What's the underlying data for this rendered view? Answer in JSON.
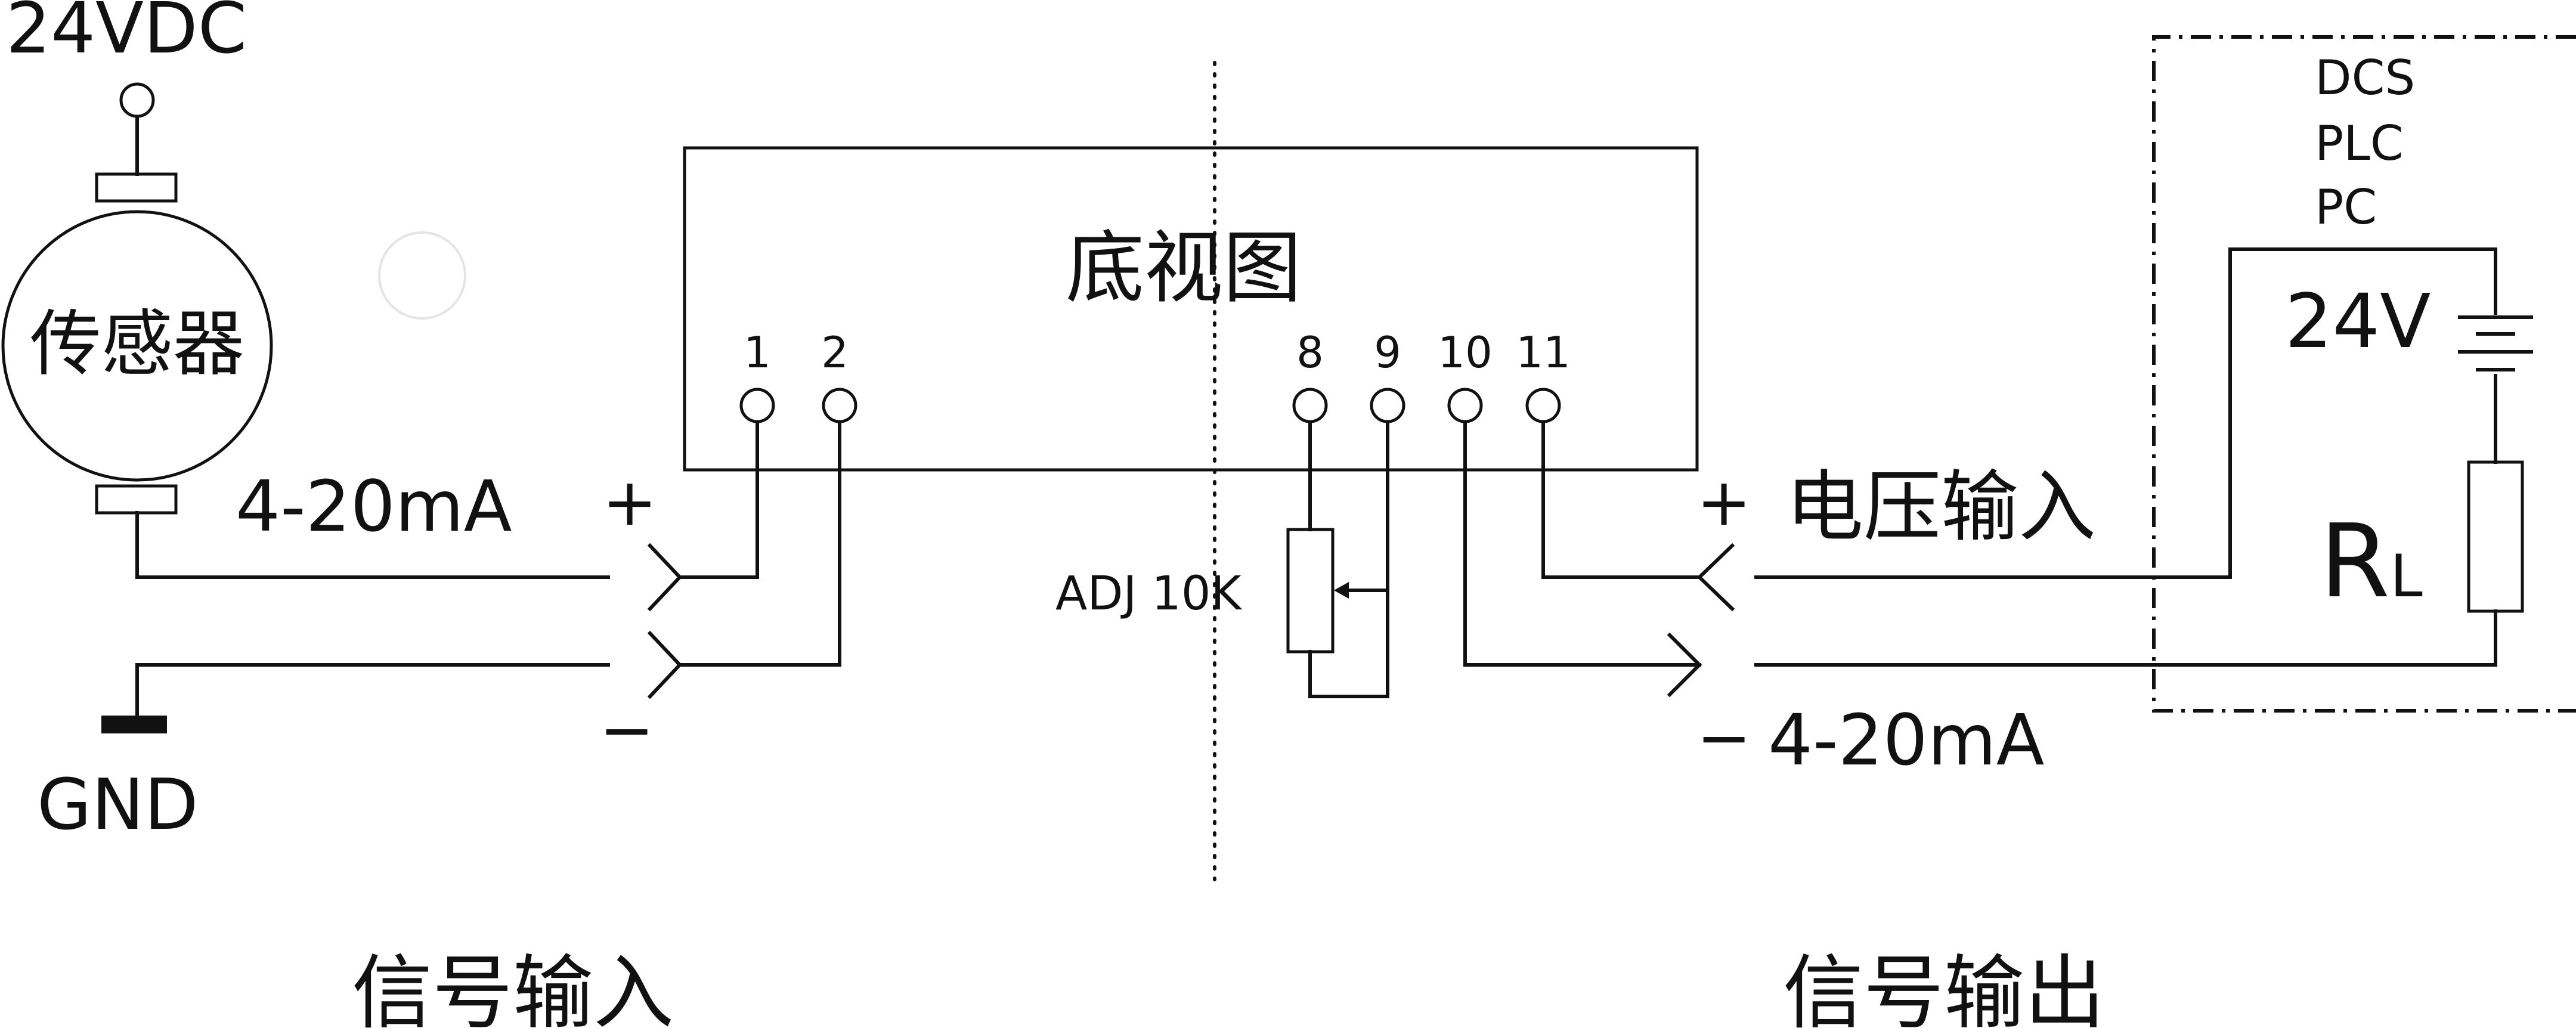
{
  "supply_label": "24VDC",
  "sensor_label": "传感器",
  "gnd_label": "GND",
  "input_current_label": "4-20mA",
  "plus": "+",
  "minus": "−",
  "module": {
    "title": "底视图",
    "pins": [
      "1",
      "2",
      "8",
      "9",
      "10",
      "11"
    ]
  },
  "pot_label": "ADJ 10K",
  "output_voltage_label": "电压输入",
  "output_current_label": "4-20mA",
  "receiver_lines": [
    "DCS",
    "PLC",
    "PC"
  ],
  "battery_label": "24V",
  "load_label_main": "R",
  "load_label_sub": "L",
  "section_input": "信号输入",
  "section_output": "信号输出"
}
